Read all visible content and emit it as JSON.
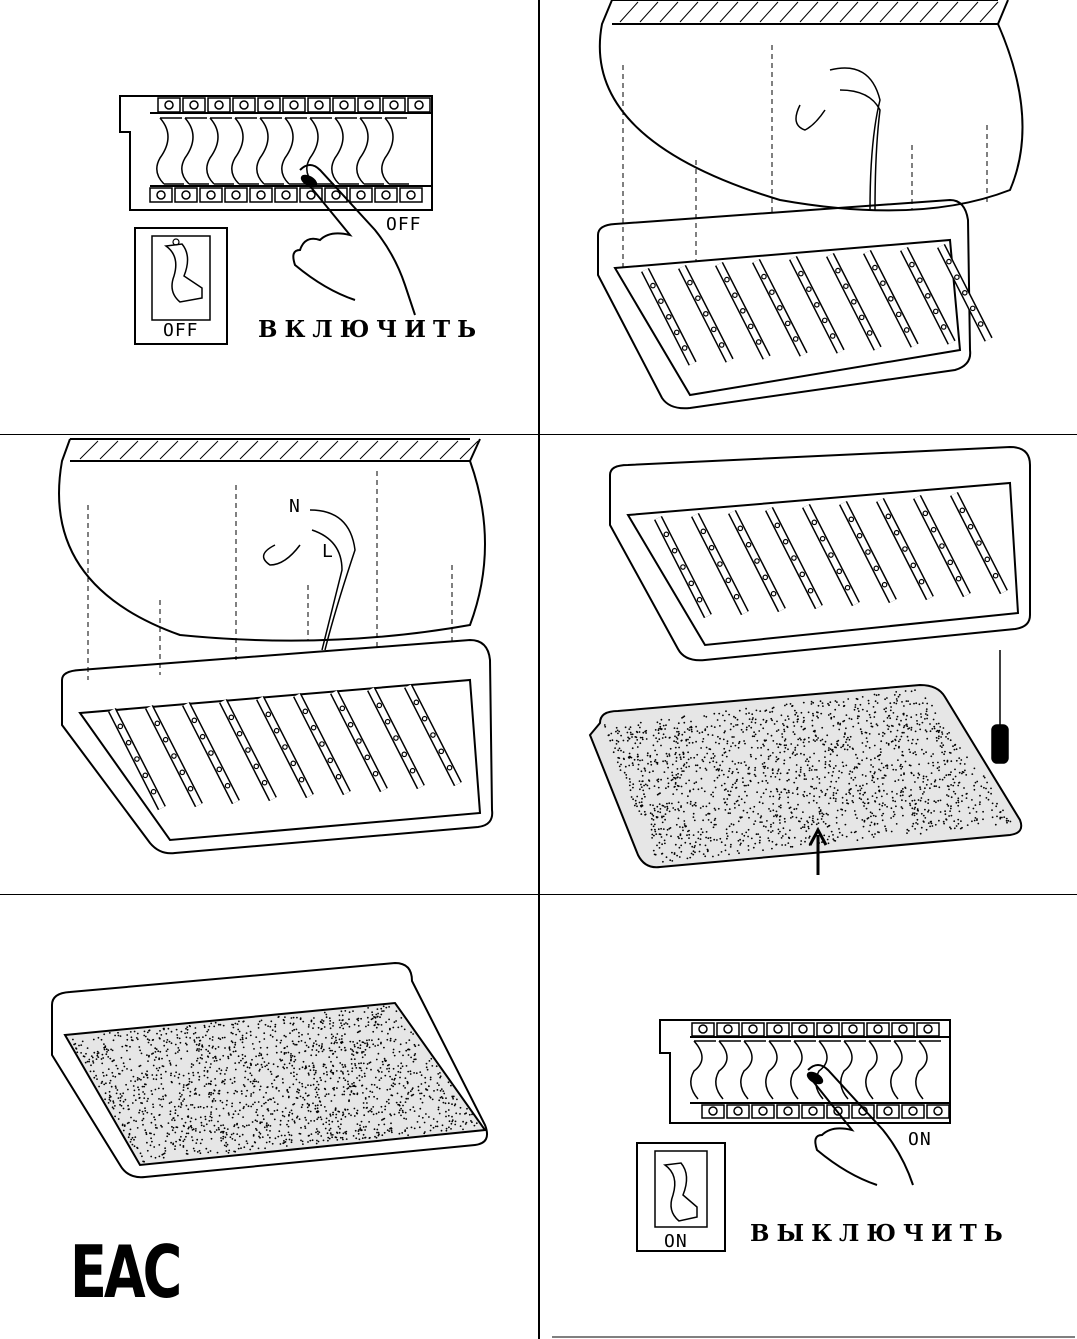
{
  "step1": {
    "state_label": "ОFF",
    "switch_label": "ОFF",
    "caption": "ВКЛЮЧИТЬ"
  },
  "step3": {
    "wire_n": "N",
    "wire_l": "L"
  },
  "step6": {
    "state_label": "ОN",
    "switch_label": "ОN",
    "caption": "ВЫКЛЮЧИТЬ"
  },
  "certification": {
    "mark": "ЕАС"
  }
}
